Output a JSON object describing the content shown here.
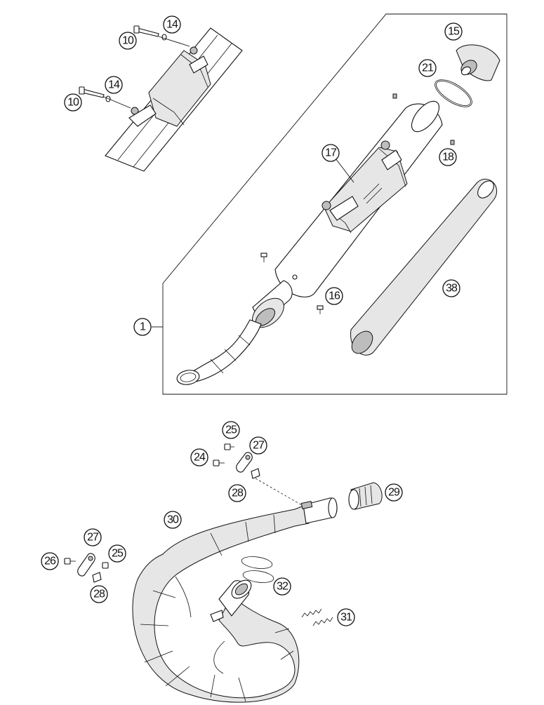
{
  "callouts": {
    "c10a": "10",
    "c14a": "14",
    "c10b": "10",
    "c14b": "14",
    "c15": "15",
    "c21": "21",
    "c17": "17",
    "c18": "18",
    "c38": "38",
    "c16": "16",
    "c1": "1",
    "c25a": "25",
    "c27a": "27",
    "c24": "24",
    "c28a": "28",
    "c29": "29",
    "c30": "30",
    "c27b": "27",
    "c26": "26",
    "c25b": "25",
    "c28b": "28",
    "c32": "32",
    "c31": "31"
  }
}
